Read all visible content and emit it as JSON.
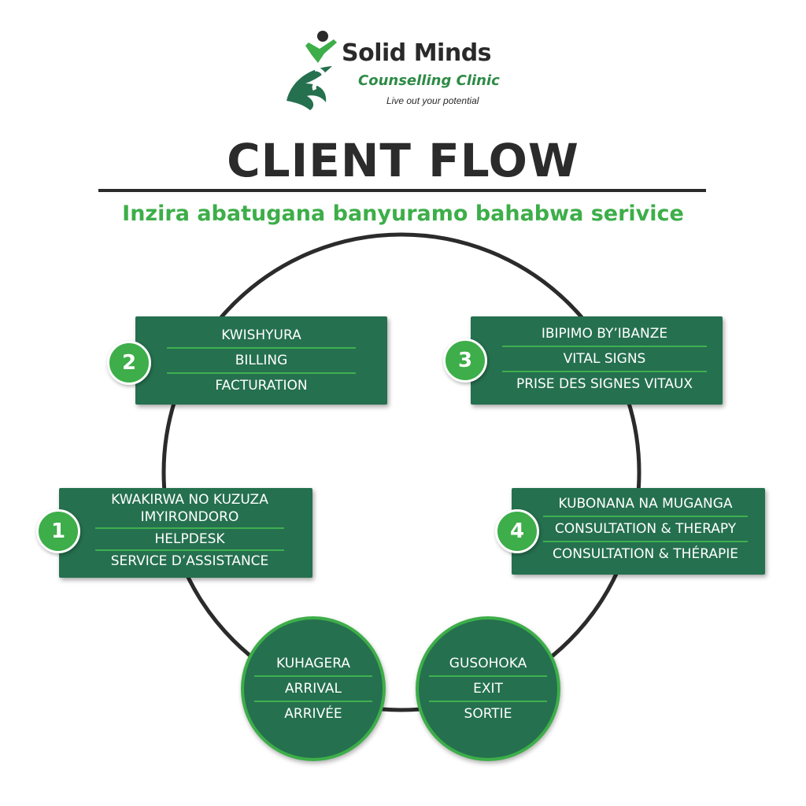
{
  "logo": {
    "name": "Solid Minds",
    "subtitle": "Counselling Clinic",
    "tagline": "Live out your potential"
  },
  "title": "CLIENT FLOW",
  "subtitle": "Inzira abatugana banyuramo bahabwa serivice",
  "colors": {
    "dark_green": "#25704f",
    "accent_green": "#3dae49",
    "text_dark": "#2b2b2b",
    "ring": "#2b2b2b"
  },
  "steps": [
    {
      "number": "1",
      "lines": [
        "KWAKIRWA NO KUZUZA",
        "IMYIRONDORO",
        "HELPDESK",
        "SERVICE D’ASSISTANCE"
      ]
    },
    {
      "number": "2",
      "lines": [
        "KWISHYURA",
        "BILLING",
        "FACTURATION"
      ]
    },
    {
      "number": "3",
      "lines": [
        "IBIPIMO BY’IBANZE",
        "VITAL SIGNS",
        "PRISE DES SIGNES VITAUX"
      ]
    },
    {
      "number": "4",
      "lines": [
        "KUBONANA NA MUGANGA",
        "CONSULTATION & THERAPY",
        "CONSULTATION & THÉRAPIE"
      ]
    }
  ],
  "arrival": {
    "lines": [
      "KUHAGERA",
      "ARRIVAL",
      "ARRIVÉE"
    ]
  },
  "exit": {
    "lines": [
      "GUSOHOKA",
      "EXIT",
      "SORTIE"
    ]
  }
}
